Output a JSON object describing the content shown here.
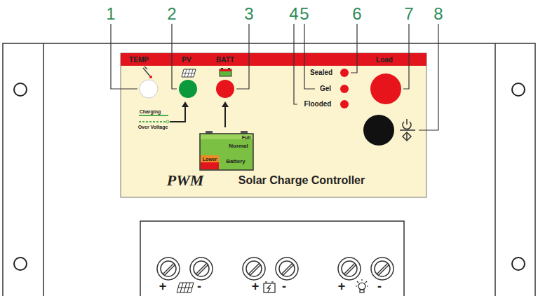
{
  "diagram": {
    "labels": [
      "1",
      "2",
      "3",
      "4",
      "5",
      "6",
      "7",
      "8",
      "TEMP",
      "PV",
      "BATT",
      "Load",
      "Sealed",
      "Gel",
      "Flooded",
      "Charging",
      "Over Voltage",
      "Full",
      "Normal",
      "Lower",
      "Battery",
      "PWM",
      "Solar Charge Controller",
      "+",
      "-",
      "+",
      "-",
      "+",
      "-"
    ]
  }
}
